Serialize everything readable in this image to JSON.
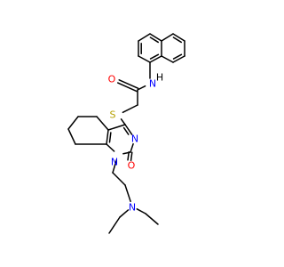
{
  "colors": {
    "background": "#ffffff",
    "bond": "#000000",
    "carbon": "#000000",
    "oxygen": "#ff0000",
    "nitrogen": "#0000ff",
    "sulfur": "#b5a000"
  },
  "atoms": [
    {
      "id": "H1",
      "label": "H",
      "element": "hydrogen"
    },
    {
      "id": "N_amide",
      "label": "N",
      "element": "nitrogen"
    },
    {
      "id": "O_amide",
      "label": "O",
      "element": "oxygen"
    },
    {
      "id": "S1",
      "label": "S",
      "element": "sulfur"
    },
    {
      "id": "N3",
      "label": "N",
      "element": "nitrogen"
    },
    {
      "id": "O2",
      "label": "O",
      "element": "oxygen"
    },
    {
      "id": "N1",
      "label": "N",
      "element": "nitrogen"
    },
    {
      "id": "N_amine",
      "label": "N",
      "element": "nitrogen"
    }
  ]
}
